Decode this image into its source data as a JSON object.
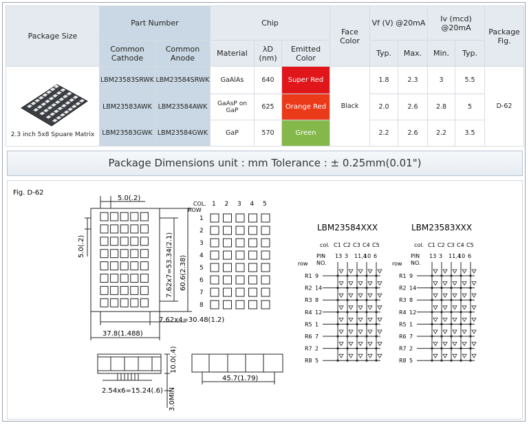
{
  "headers": {
    "package_size": "Package Size",
    "part_number": "Part Number",
    "common_cathode": "Common Cathode",
    "common_anode": "Common Anode",
    "chip": "Chip",
    "material": "Material",
    "wavelength": "λD (nm)",
    "emitted_color": "Emitted Color",
    "face_color": "Face Color",
    "vf": "Vf (V) @20mA",
    "iv": "Iv (mcd) @20mA",
    "package_fig": "Package Fig.",
    "typ": "Typ.",
    "max": "Max.",
    "min": "Min.",
    "typ2": "Typ."
  },
  "package_caption": "2.3 inch 5x8 Spuare Matrix",
  "face_color": "Black",
  "package_fig": "D-62",
  "rows": [
    {
      "cathode": "LBM23583SRWK",
      "anode": "LBM23584SRWK",
      "material": "GaAlAs",
      "wavelength": "640",
      "color": "Super Red",
      "color_hex": "#e0161b",
      "vf_typ": "1.8",
      "vf_max": "2.3",
      "iv_min": "3",
      "iv_typ": "5.5"
    },
    {
      "cathode": "LBM23583AWK",
      "anode": "LBM23584AWK",
      "material": "GaAsP on GaP",
      "wavelength": "625",
      "color": "Orange Red",
      "color_hex": "#ea3a1a",
      "vf_typ": "2.0",
      "vf_max": "2.6",
      "iv_min": "2.8",
      "iv_typ": "5"
    },
    {
      "cathode": "LBM23583GWK",
      "anode": "LBM23584GWK",
      "material": "GaP",
      "wavelength": "570",
      "color": "Green",
      "color_hex": "#84b84a",
      "vf_typ": "2.2",
      "vf_max": "2.6",
      "iv_min": "2.2",
      "iv_typ": "3.5"
    }
  ],
  "banner": "Package Dimensions   unit : mm  Tolerance : ± 0.25mm(0.01\")",
  "drawing": {
    "fig_label": "Fig. D-62",
    "dim_top": "5.0(.2)",
    "dim_left": "5.0(.2)",
    "dim_pitch_v": "7.62x7=53.34(2.1)",
    "dim_height": "60.6(2.38)",
    "dim_pitch_h": "7.62x4=30.48(1.2)",
    "dim_width": "37.8(1.488)",
    "dim_depth": "10.0(.4)",
    "dim_pins": "2.54x6=15.24(.6)",
    "dim_pinlen": "3.0MIN",
    "dim_side": "45.7(1.79)",
    "col_label": "COL.",
    "row_label": "ROW",
    "col_numbers": [
      "1",
      "2",
      "3",
      "4",
      "5"
    ],
    "row_numbers": [
      "1",
      "2",
      "3",
      "4",
      "5",
      "6",
      "7",
      "8"
    ],
    "schematics": [
      {
        "title": "LBM23584XXX"
      },
      {
        "title": "LBM23583XXX"
      }
    ],
    "sch_col_label": "col.",
    "sch_cols": [
      "C1",
      "C2",
      "C3",
      "C4",
      "C5"
    ],
    "sch_pin_label": "PIN",
    "sch_no_label": "NO.",
    "sch_row_label": "row",
    "sch_col_pins": [
      "13",
      "3",
      "11,4",
      "10",
      "6"
    ],
    "sch_rows": [
      "R1",
      "R2",
      "R3",
      "R4",
      "R5",
      "R6",
      "R7",
      "R8"
    ],
    "sch_row_pins": [
      "9",
      "14",
      "8",
      "12",
      "1",
      "7",
      "2",
      "5"
    ]
  }
}
